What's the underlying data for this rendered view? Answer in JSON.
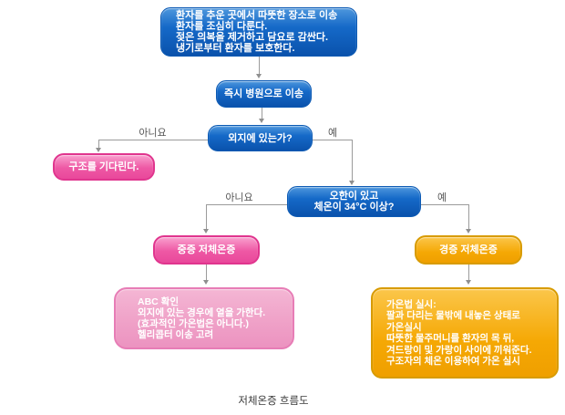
{
  "flowchart": {
    "caption": "저체온증 흐름도",
    "labels": {
      "yes": "예",
      "no": "아니요"
    },
    "colors": {
      "node_blue": "#1569c8",
      "node_pink": "#ee58a4",
      "node_pink_light": "#efa0c7",
      "node_orange": "#f5a804",
      "connector_gray": "#9b9b9b"
    },
    "nodes": {
      "initial_care": {
        "lines": [
          "환자를 추운 곳에서 따뜻한 장소로 이송",
          "환자를 조심히 다룬다.",
          "젖은 의복을 제거하고 담요로 감싼다.",
          "냉기로부터 환자를 보호한다."
        ]
      },
      "transport": {
        "label": "즉시 병원으로 이송"
      },
      "decision_remote": {
        "label": "외지에 있는가?"
      },
      "wait_rescue": {
        "label": "구조를 기다린다."
      },
      "decision_shivering": {
        "lines": [
          "오한이 있고",
          "체온이 34°C 이상?"
        ]
      },
      "severe": {
        "label": "중증 저체온증"
      },
      "mild": {
        "label": "경증 저체온증"
      },
      "severe_care": {
        "lines": [
          "ABC 확인",
          "외지에 있는 경우에 열을 가한다.",
          "(효과적인 가온법은 아니다.)",
          "헬리콥터 이송 고려"
        ]
      },
      "mild_care": {
        "lines": [
          "가온법 실시:",
          "팔과 다리는 물밖에 내놓은 상태로",
          "가온실시",
          "따뜻한 물주머니를 환자의 목 뒤,",
          "겨드랑이 및 가랑이 사이에 끼워준다.",
          "구조자의 체온 이용하여 가온 실시"
        ]
      }
    }
  }
}
